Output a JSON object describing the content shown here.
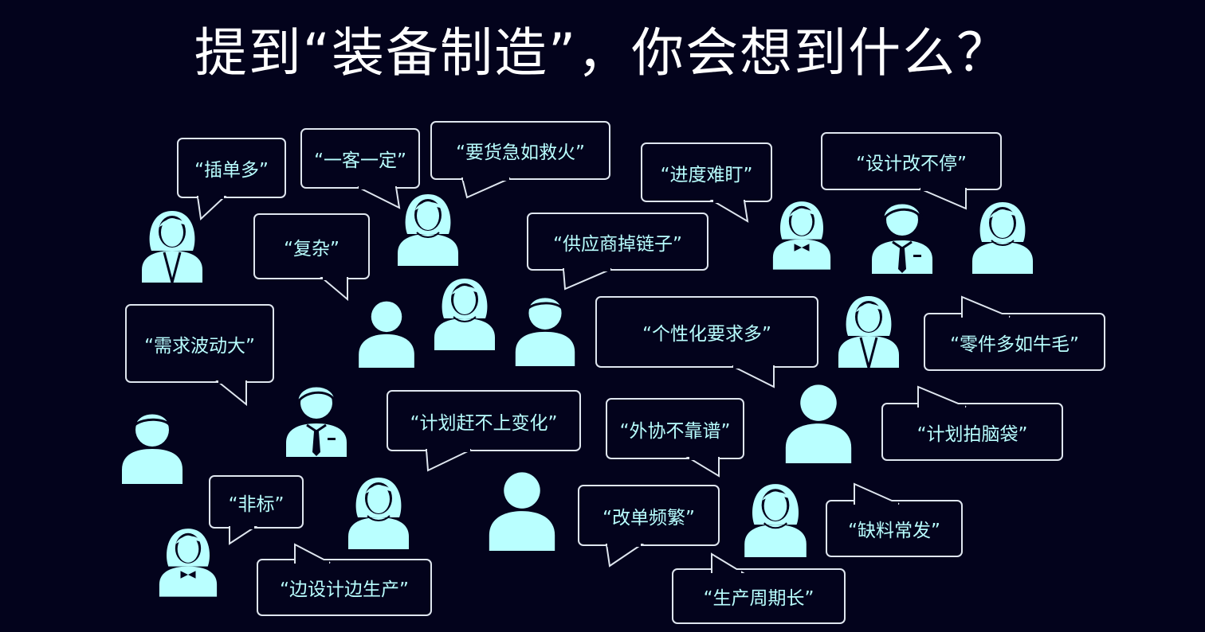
{
  "title": "提到“装备制造”，你会想到什么？",
  "colors": {
    "background": "#03031c",
    "accent": "#b9ffff",
    "bubble_border": "#dfe6ef",
    "title": "#ffffff"
  },
  "bubbles": [
    {
      "id": "chadan",
      "text": "“插单多”"
    },
    {
      "id": "yike",
      "text": "“一客一定”"
    },
    {
      "id": "yaohuo",
      "text": "“要货急如救火”"
    },
    {
      "id": "jindu",
      "text": "“进度难盯”"
    },
    {
      "id": "sheji",
      "text": "“设计改不停”"
    },
    {
      "id": "fuza",
      "text": "“复杂”"
    },
    {
      "id": "gongying",
      "text": "“供应商掉链子”"
    },
    {
      "id": "xuqiu",
      "text": "“需求波动大”"
    },
    {
      "id": "gexing",
      "text": "“个性化要求多”"
    },
    {
      "id": "lingjian",
      "text": "“零件多如牛毛”"
    },
    {
      "id": "jihua",
      "text": "“计划赶不上变化”"
    },
    {
      "id": "waixie",
      "text": "“外协不靠谱”"
    },
    {
      "id": "paidai",
      "text": "“计划拍脑袋”"
    },
    {
      "id": "feibiao",
      "text": "“非标”"
    },
    {
      "id": "gaidan",
      "text": "“改单频繁”"
    },
    {
      "id": "queliao",
      "text": "“缺料常发”"
    },
    {
      "id": "bian",
      "text": "“边设计边生产”"
    },
    {
      "id": "zhouqi",
      "text": "“生产周期长”"
    }
  ],
  "people": [
    {
      "id": "p01",
      "icon": "woman-suit-person-icon"
    },
    {
      "id": "p02",
      "icon": "woman-person-icon"
    },
    {
      "id": "p03",
      "icon": "woman-bowtie-person-icon"
    },
    {
      "id": "p04",
      "icon": "man-tie-person-icon"
    },
    {
      "id": "p05",
      "icon": "woman-person-icon"
    },
    {
      "id": "p06",
      "icon": "person-icon"
    },
    {
      "id": "p07",
      "icon": "woman-person-icon"
    },
    {
      "id": "p08",
      "icon": "man-person-icon"
    },
    {
      "id": "p09",
      "icon": "woman-suit-person-icon"
    },
    {
      "id": "p10",
      "icon": "man-person-icon"
    },
    {
      "id": "p11",
      "icon": "man-tie-person-icon"
    },
    {
      "id": "p12",
      "icon": "person-icon"
    },
    {
      "id": "p13",
      "icon": "woman-person-icon"
    },
    {
      "id": "p14",
      "icon": "person-icon"
    },
    {
      "id": "p15",
      "icon": "woman-person-icon"
    },
    {
      "id": "p16",
      "icon": "woman-bowtie-person-icon"
    }
  ]
}
